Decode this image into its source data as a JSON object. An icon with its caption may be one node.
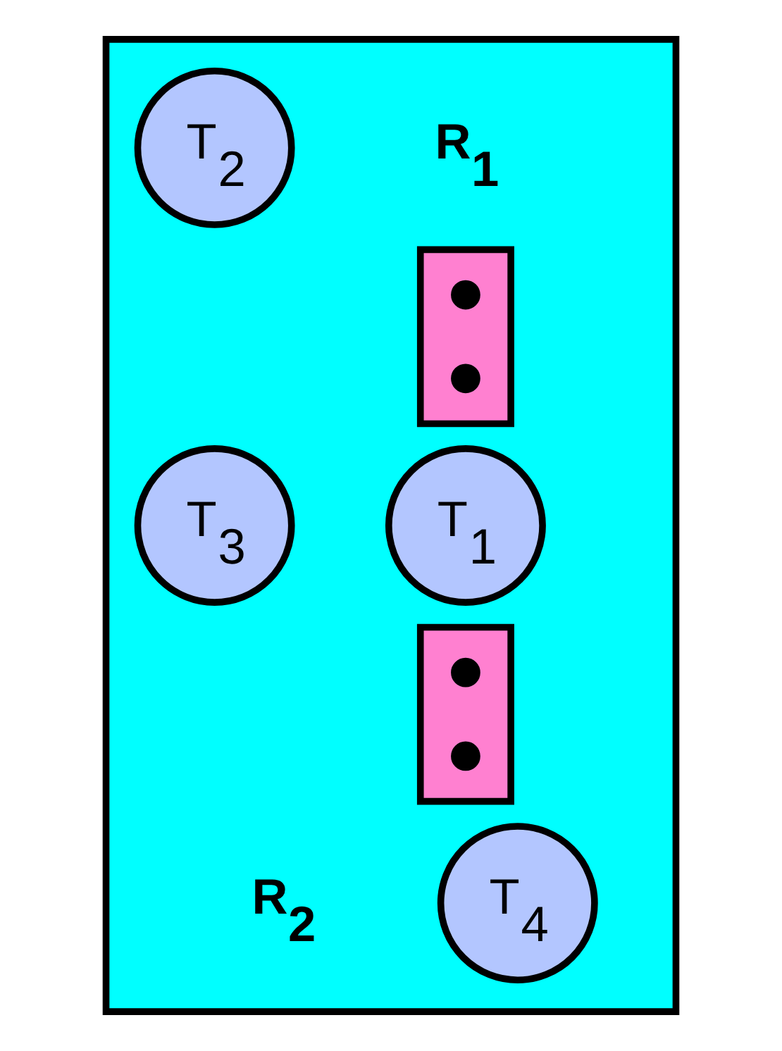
{
  "diagram": {
    "nodes": [
      {
        "text": [],
        "shape": "box"
      },
      {
        "text": [],
        "shape": "box",
        "in": 0,
        "beside": [
          "R$_{1}$"
        ]
      },
      {
        "text": [],
        "shape": "circle",
        "in": 1
      },
      {
        "text": [],
        "shape": "circle",
        "in": 1
      },
      {
        "text": [
          "T$_{2}$"
        ],
        "in": 0
      },
      {
        "text": [
          "T$_{1}$"
        ],
        "in": 0
      },
      {
        "text": [
          "T$_{3}$"
        ],
        "in": 0
      },
      {
        "text": [],
        "shape": "box",
        "in": 0,
        "beside": [
          "R$_{2}$"
        ]
      },
      {
        "text": [],
        "shape": "circle",
        "in": 7
      },
      {
        "text": [],
        "shape": "circle",
        "in": 7
      },
      {
        "text": [
          "T$_{4}$"
        ],
        "in": 0
      }
    ],
    "edges": []
  }
}
